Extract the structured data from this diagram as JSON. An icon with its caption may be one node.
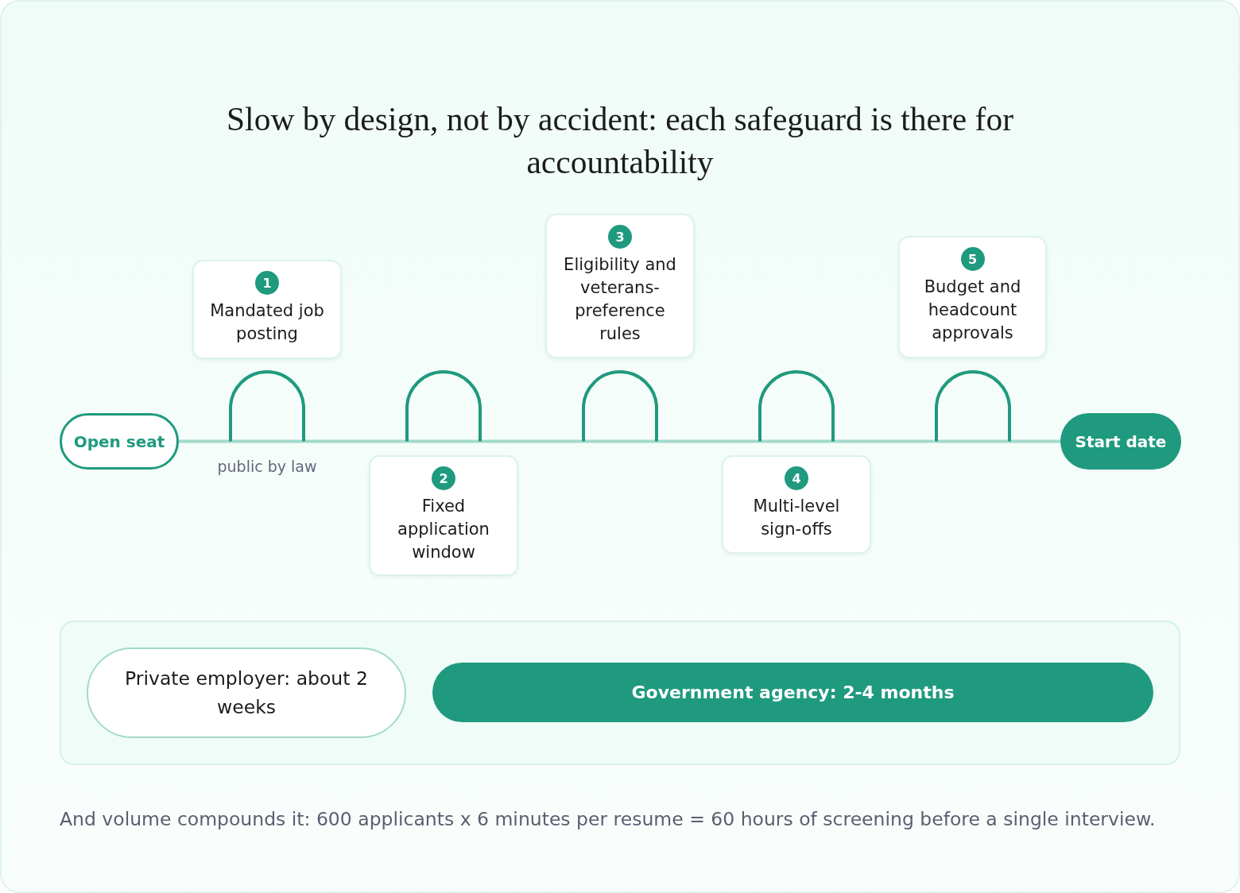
{
  "diagram": {
    "title": "Slow by design, not by accident: each safeguard is there for accountability",
    "nodes": [
      {
        "text": [
          "Open seat"
        ]
      },
      {
        "text": [
          "1",
          "Mandated job posting"
        ]
      },
      {
        "text": [],
        "shape": "arch"
      },
      {
        "text": [
          "2",
          "Fixed application window"
        ]
      },
      {
        "text": [],
        "shape": "arch"
      },
      {
        "text": [
          "3",
          "Eligibility and veterans-preference rules"
        ]
      },
      {
        "text": [],
        "shape": "arch"
      },
      {
        "text": [
          "4",
          "Multi-level sign-offs"
        ]
      },
      {
        "text": [],
        "shape": "arch"
      },
      {
        "text": [
          "5",
          "Budget and headcount approvals"
        ]
      },
      {
        "text": [],
        "shape": "arch"
      },
      {
        "text": [
          "Start date"
        ]
      },
      {
        "text": [],
        "shape": "box"
      },
      {
        "text": [
          "Private employer: about 2 weeks"
        ],
        "in": 12
      },
      {
        "text": [
          "Government agency: 2-4 months"
        ],
        "in": 12
      }
    ],
    "edges": [
      {
        "from": 0,
        "to": 2,
        "arrow": "none"
      },
      {
        "from": 2,
        "to": 4,
        "arrow": "none"
      },
      {
        "from": 4,
        "to": 6,
        "arrow": "none"
      },
      {
        "from": 6,
        "to": 8,
        "arrow": "none"
      },
      {
        "from": 8,
        "to": 10,
        "arrow": "none"
      },
      {
        "from": 10,
        "to": 11,
        "arrow": "none"
      }
    ],
    "labels": [
      "public by law"
    ],
    "caption": "And volume compounds it: 600 applicants x 6 minutes per resume = 60 hours of screening before a single interview."
  }
}
